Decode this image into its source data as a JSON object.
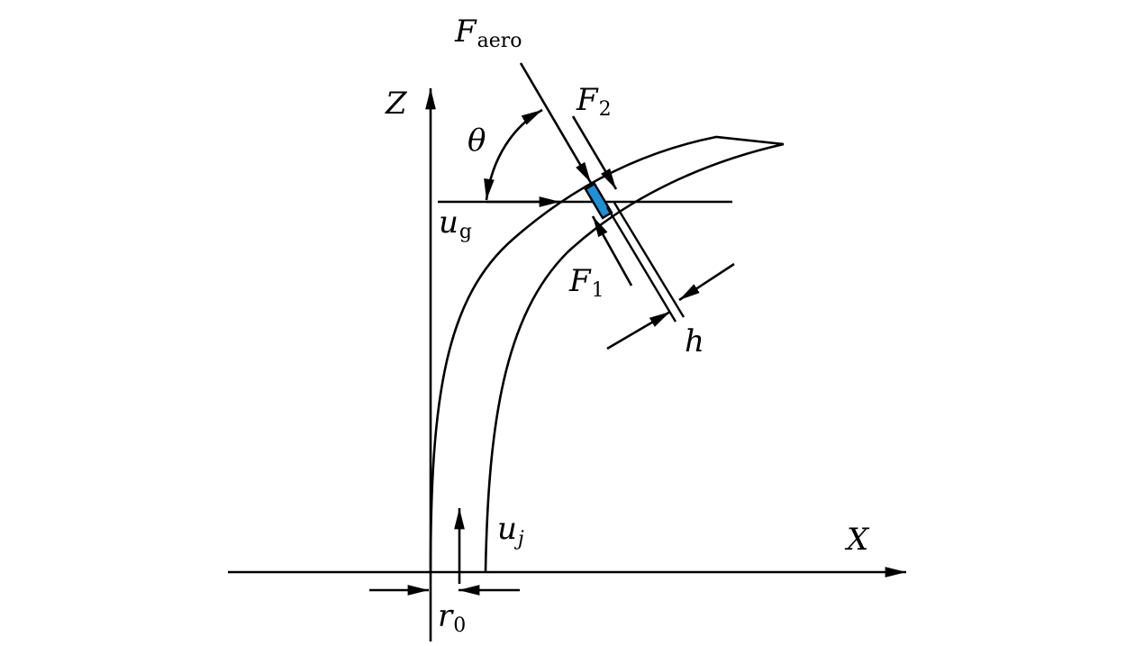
{
  "labels": {
    "z_axis": "Z",
    "x_axis": "X",
    "theta": "θ",
    "f_aero_main": "F",
    "f_aero_sub": "aero",
    "f2_main": "F",
    "f2_sub": "2",
    "f1_main": "F",
    "f1_sub": "1",
    "ug_main": "u",
    "ug_sub": "g",
    "uj_main": "u",
    "uj_sub": "j",
    "h": "h",
    "r0_main": "r",
    "r0_sub": "0"
  },
  "colors": {
    "line": "#000000",
    "element_fill": "#1e90d6"
  }
}
